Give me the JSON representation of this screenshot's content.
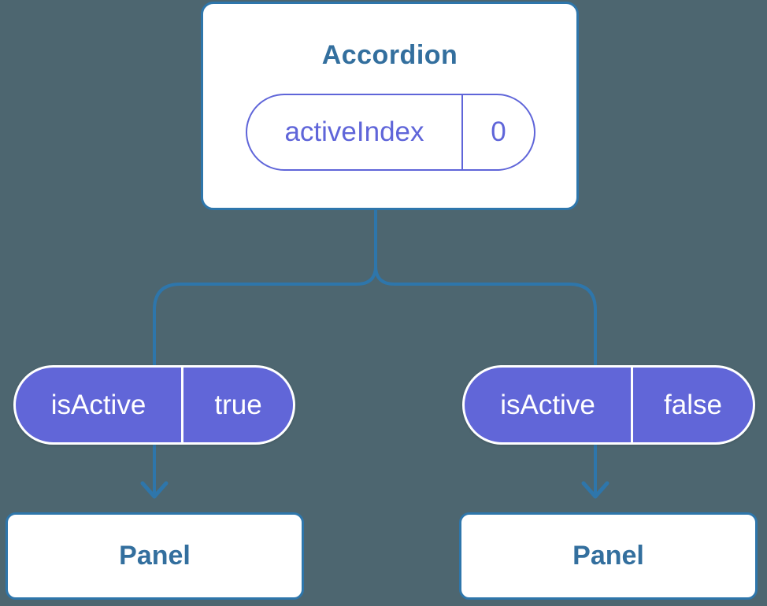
{
  "diagram": {
    "type": "react-component-tree",
    "colors": {
      "background": "#4d6670",
      "edge": "#2e76ab",
      "node_text": "#336f9e",
      "pill_fill": "#6166d8",
      "pill_outline": "#5f65d9",
      "node_background": "#ffffff"
    },
    "root": {
      "title": "Accordion",
      "state": {
        "name": "activeIndex",
        "value": "0"
      }
    },
    "children": [
      {
        "prop": {
          "name": "isActive",
          "value": "true"
        },
        "label": "Panel"
      },
      {
        "prop": {
          "name": "isActive",
          "value": "false"
        },
        "label": "Panel"
      }
    ]
  }
}
